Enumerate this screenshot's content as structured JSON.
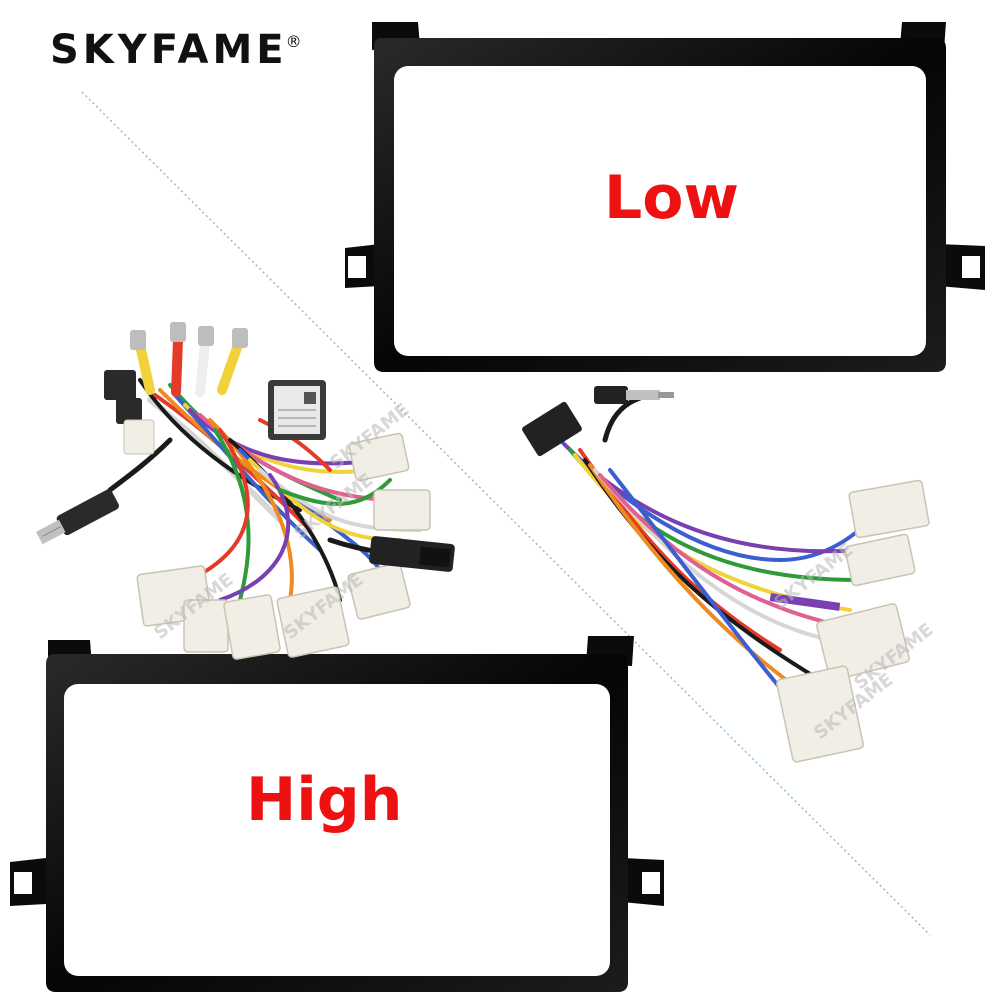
{
  "brand": {
    "name": "SKYFAME",
    "mark": "®"
  },
  "labels": {
    "low": "Low",
    "high": "High"
  },
  "watermark": "SKYFAME",
  "colors": {
    "label_red": "#ee1111",
    "frame_black": "#0b0b0b",
    "divider_blue": "#7fb2d6",
    "connector_white": "#f1eee6"
  }
}
